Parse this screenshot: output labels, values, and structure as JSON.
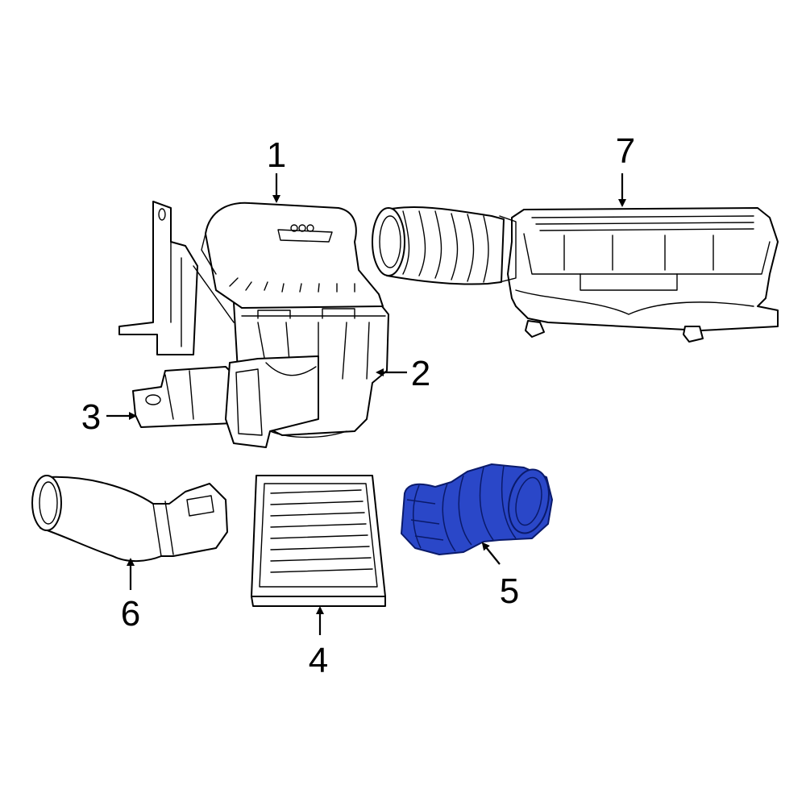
{
  "colors": {
    "background": "#ffffff",
    "line": "#000000",
    "highlight": "#2a47c8",
    "highlight_outline": "#0a1a6a"
  },
  "callouts": {
    "c1": "1",
    "c2": "2",
    "c3": "3",
    "c4": "4",
    "c5": "5",
    "c6": "6",
    "c7": "7"
  },
  "highlighted_part": "5"
}
